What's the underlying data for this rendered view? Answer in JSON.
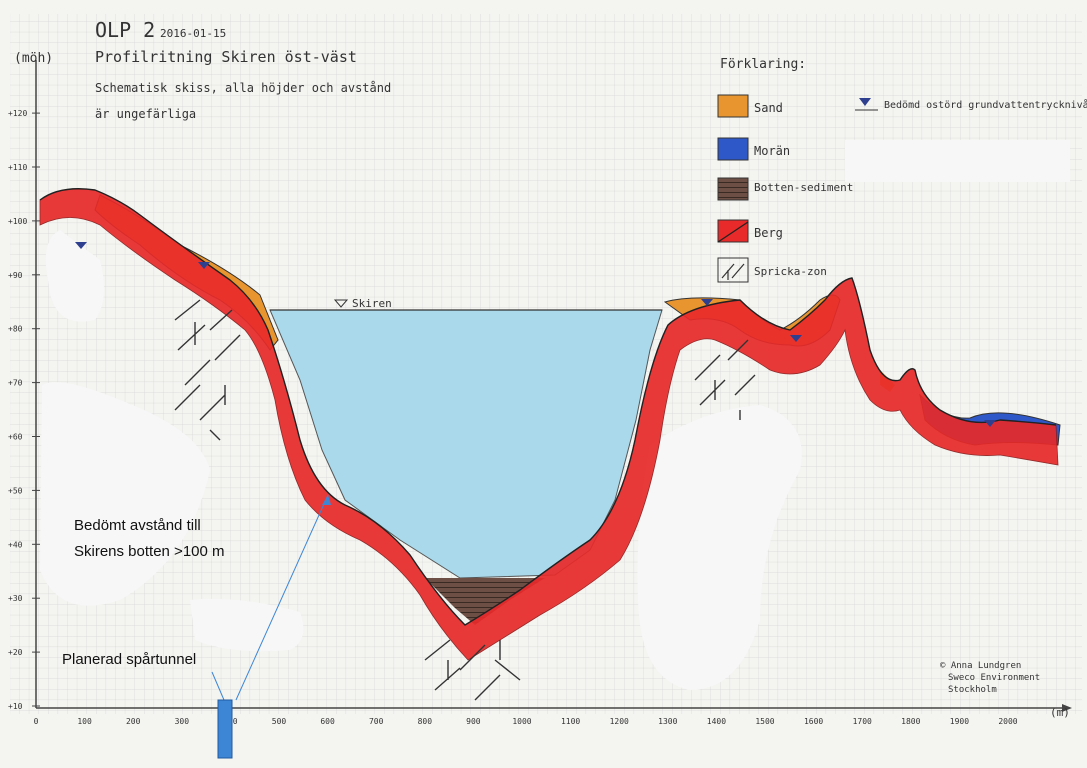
{
  "header": {
    "title": "OLP 2",
    "date": "2016-01-15",
    "subtitle": "Profilritning Skiren öst-väst",
    "note_line1": "Schematisk skiss, alla höjder och avstånd",
    "note_line2": "är ungefärliga"
  },
  "axes": {
    "y_unit": "(möh)",
    "x_unit": "(m)",
    "y_ticks": [
      "+10",
      "+20",
      "+30",
      "+40",
      "+50",
      "+60",
      "+70",
      "+80",
      "+90",
      "+100",
      "+110",
      "+120"
    ],
    "x_ticks": [
      "0",
      "100",
      "200",
      "300",
      "400",
      "500",
      "600",
      "700",
      "800",
      "900",
      "1000",
      "1100",
      "1200",
      "1300",
      "1400",
      "1500",
      "1600",
      "1700",
      "1800",
      "1900",
      "2000"
    ]
  },
  "legend": {
    "title": "Förklaring:",
    "items": [
      {
        "label": "Sand",
        "color": "#e8952f"
      },
      {
        "label": "Morän",
        "color": "#2e57c7"
      },
      {
        "label": "Botten-sediment",
        "color": "#6e4f45"
      },
      {
        "label": "Berg",
        "color": "#e82a2a"
      },
      {
        "label": "Spricka-zon",
        "color": "#333333"
      }
    ],
    "groundwater_label": "Bedömd ostörd grundvattentrycknivå"
  },
  "lake_label": "Skiren",
  "annotations": {
    "distance_line1": "Bedömt avstånd till",
    "distance_line2": "Skirens botten >100 m",
    "tunnel": "Planerad spårtunnel"
  },
  "credit": {
    "line1": "© Anna Lundgren",
    "line2": "Sweco Environment",
    "line3": "Stockholm"
  },
  "colors": {
    "paper": "#f4f4f1",
    "grid": "#cfcfcf",
    "water": "#a9d9ea",
    "rock": "#e82a2a",
    "sand": "#e8952f",
    "moraine": "#2e57c7",
    "sediment": "#6e4f45",
    "tunnel": "#3d86d6"
  }
}
